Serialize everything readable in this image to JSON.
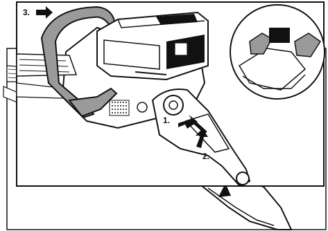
{
  "steps": [
    {
      "label": "1."
    },
    {
      "label": "2."
    },
    {
      "label": "3."
    }
  ],
  "colors": {
    "line": "#111111",
    "handle_fill": "#9a9a9a",
    "battery_fill": "#ffffff",
    "background": "#ffffff"
  },
  "icons": {
    "arrow_1": "arrow-icon",
    "arrow_2": "arrow-icon",
    "arrow_3": "arrow-icon",
    "detail_circle": "magnifier-detail-icon"
  }
}
